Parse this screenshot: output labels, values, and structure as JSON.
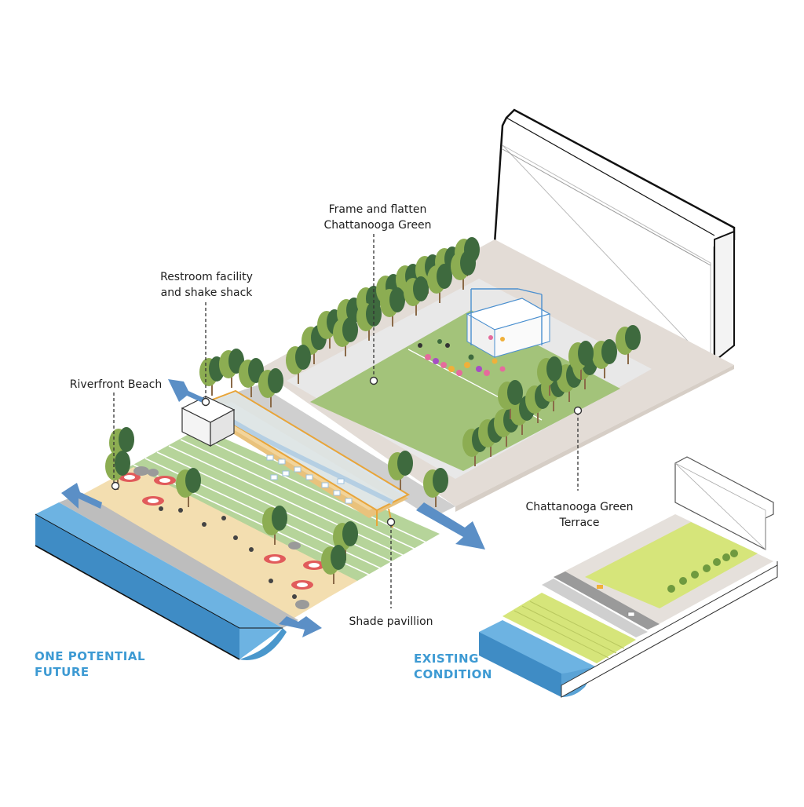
{
  "labels": {
    "frame_green": [
      "Frame and flatten",
      "Chattanooga Green"
    ],
    "restroom": [
      "Restroom facility",
      "and shake shack"
    ],
    "riverfront_beach": [
      "Riverfront Beach"
    ],
    "green_terrace": [
      "Chattanooga Green",
      "Terrace"
    ],
    "shade_pavilion": [
      "Shade pavillion"
    ]
  },
  "scenarios": {
    "future": [
      "ONE POTENTIAL",
      "FUTURE"
    ],
    "existing": [
      "EXISTING",
      "CONDITION"
    ]
  },
  "colors": {
    "water": "#6db3e2",
    "water_dark": "#3f8cc5",
    "lawn": "#a3c37a",
    "lawn_existing": "#d6e57a",
    "plaza": "#e3dcd6",
    "walk": "#d3d3d3",
    "sand": "#f3deb0",
    "boardwalk": "#e9c27c",
    "tree_dark": "#3e6a3e",
    "tree_light": "#8cad52",
    "arrow": "#5b8fc6",
    "accent": "#3d9ad3"
  }
}
